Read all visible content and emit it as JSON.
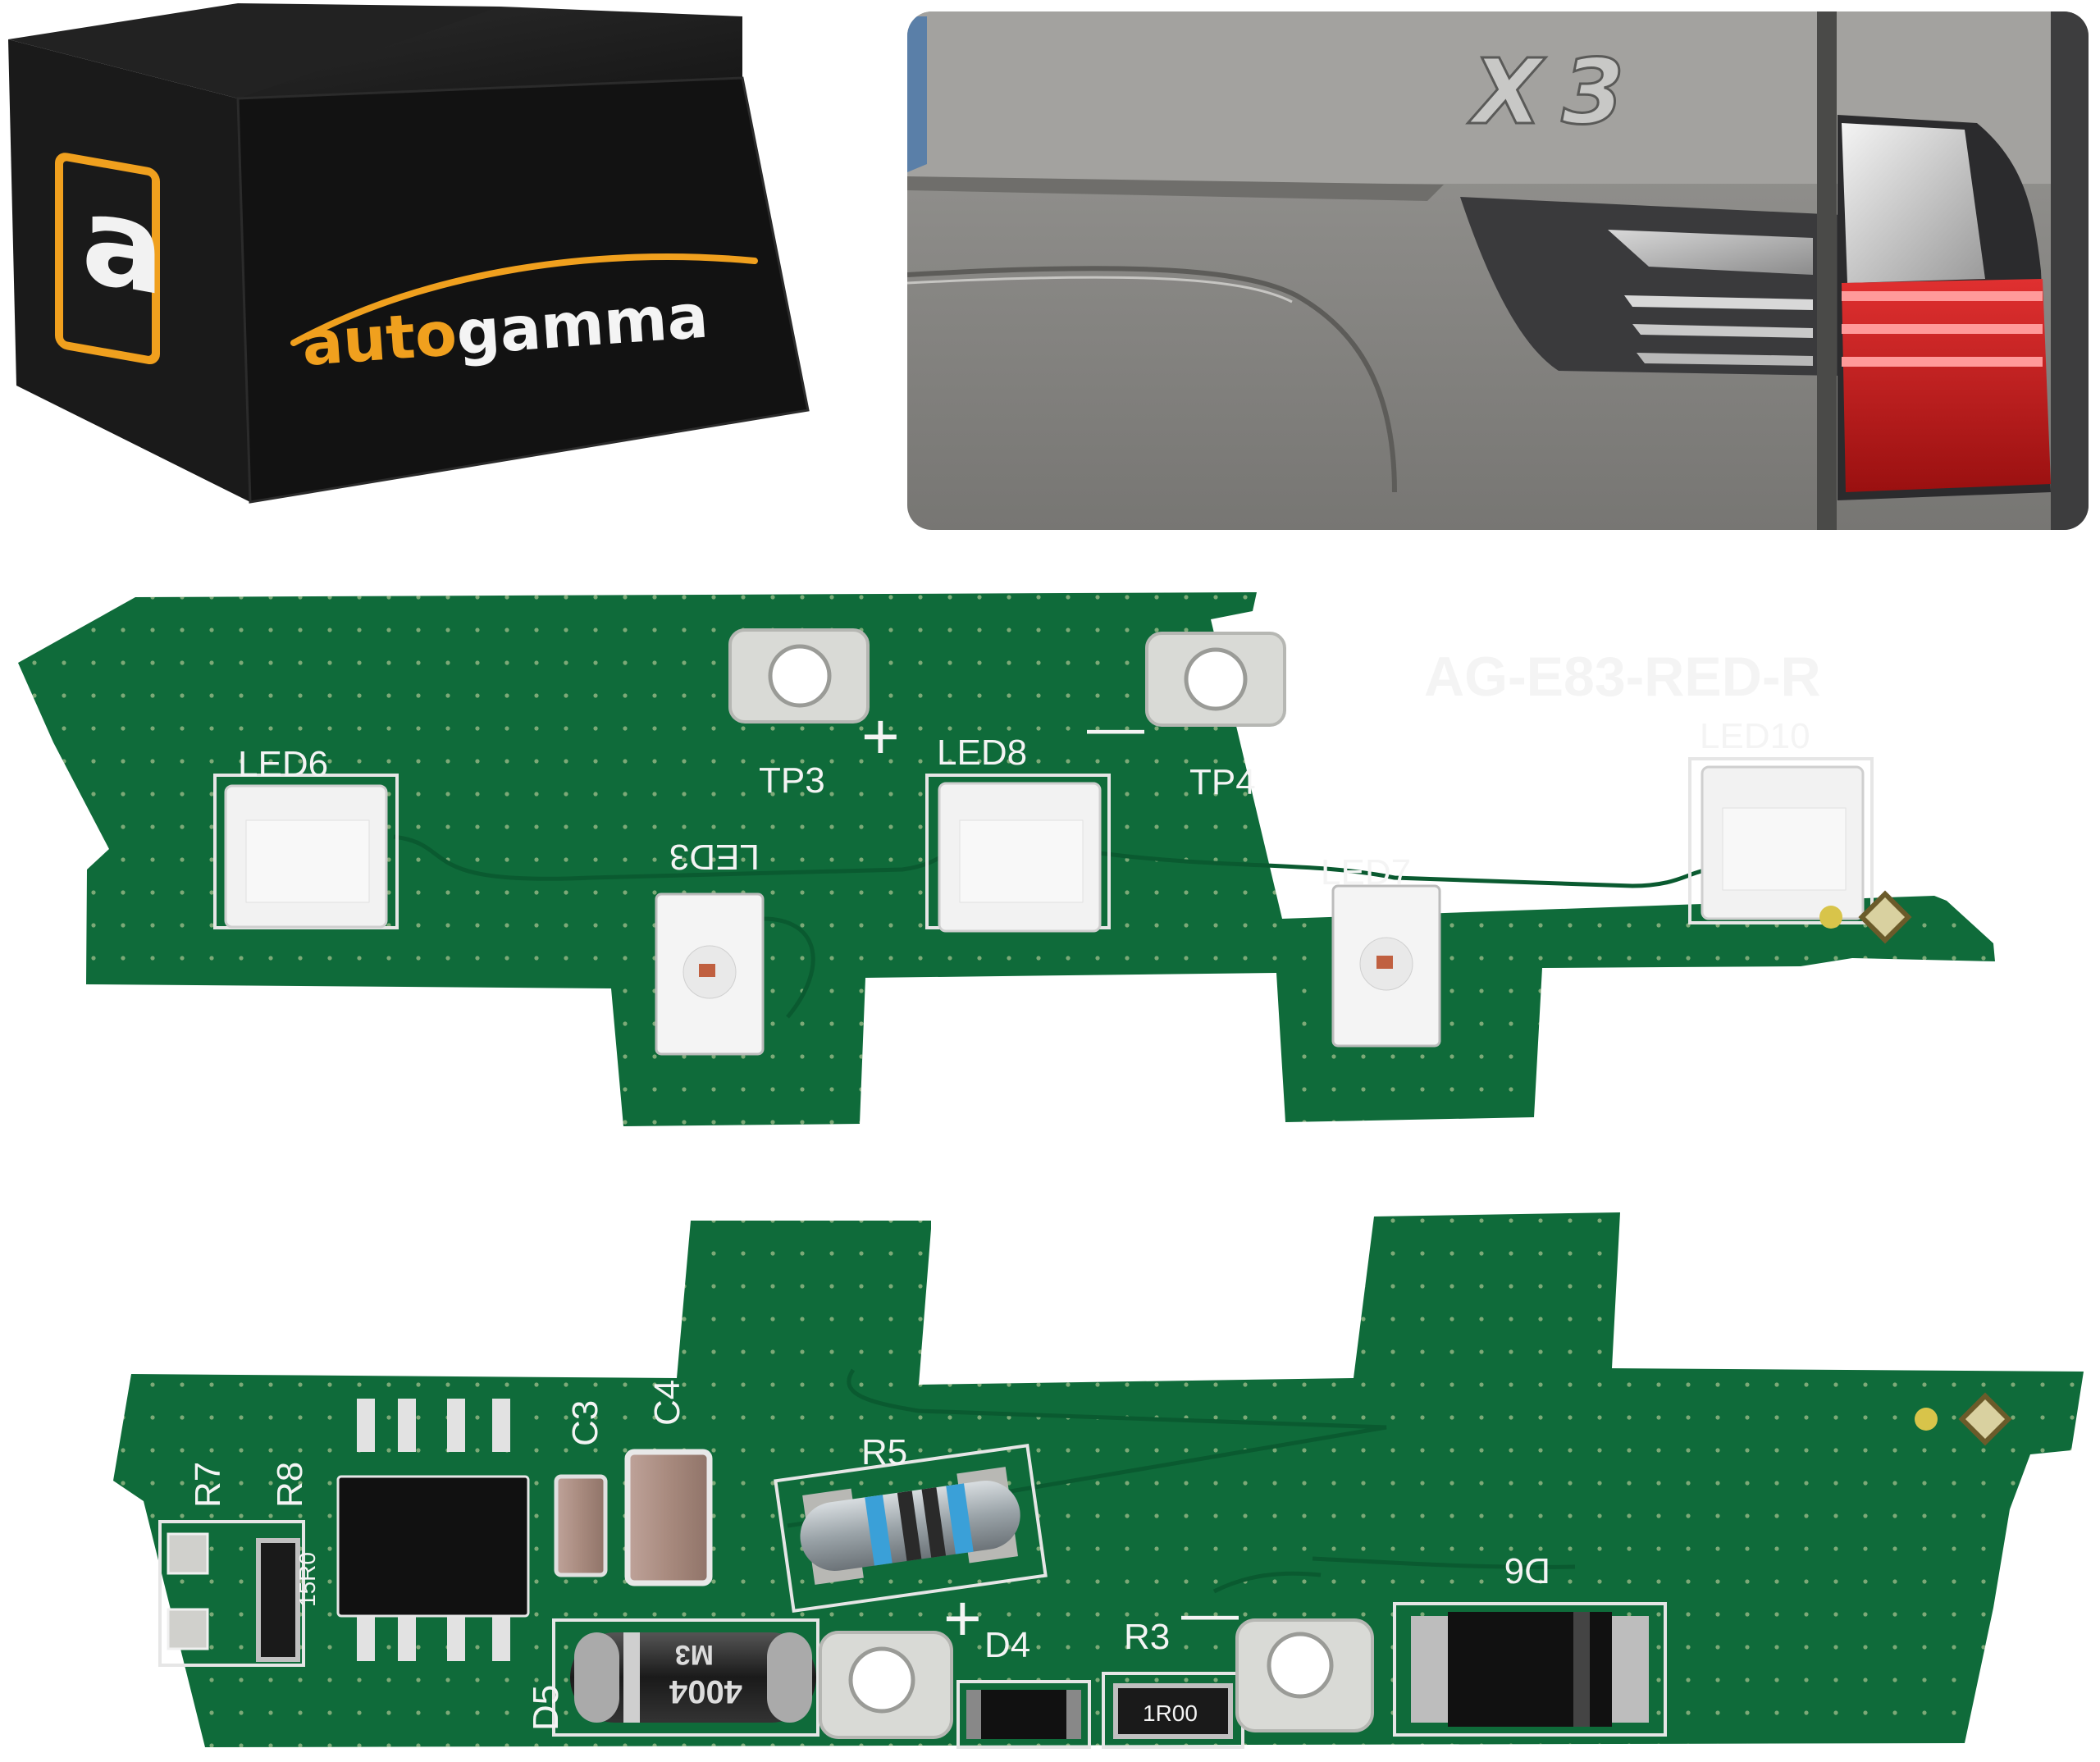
{
  "brand": {
    "name_part1": "auto",
    "name_part2": "gamma",
    "badge_letter": "a",
    "accent_color": "#f0a01e",
    "box_color": "#121212"
  },
  "car_photo": {
    "badge_text": "X3",
    "body_color": "#8a8a88",
    "lamp_red": "#c41a1a"
  },
  "pcb_front": {
    "part_number": "AG-E83-RED-R",
    "board_color": "#0f6b3a",
    "labels": {
      "led6": "LED6",
      "led3": "LED3",
      "led8": "LED8",
      "led7": "LED7",
      "led10": "LED10",
      "tp3": "TP3",
      "tp4": "TP4",
      "plus": "+",
      "minus": "—"
    }
  },
  "pcb_back": {
    "board_color": "#0f6b3a",
    "labels": {
      "r7": "R7",
      "r8": "R8",
      "c3": "C3",
      "c4": "C4",
      "r5": "R5",
      "d5": "D5",
      "d4": "D4",
      "r3": "R3",
      "d6": "D6",
      "plus": "+",
      "minus": "—"
    },
    "markings": {
      "r8_value": "15R0",
      "r3_value": "1R00",
      "d5_marking_a": "4004",
      "d5_marking_b": "M3"
    }
  }
}
